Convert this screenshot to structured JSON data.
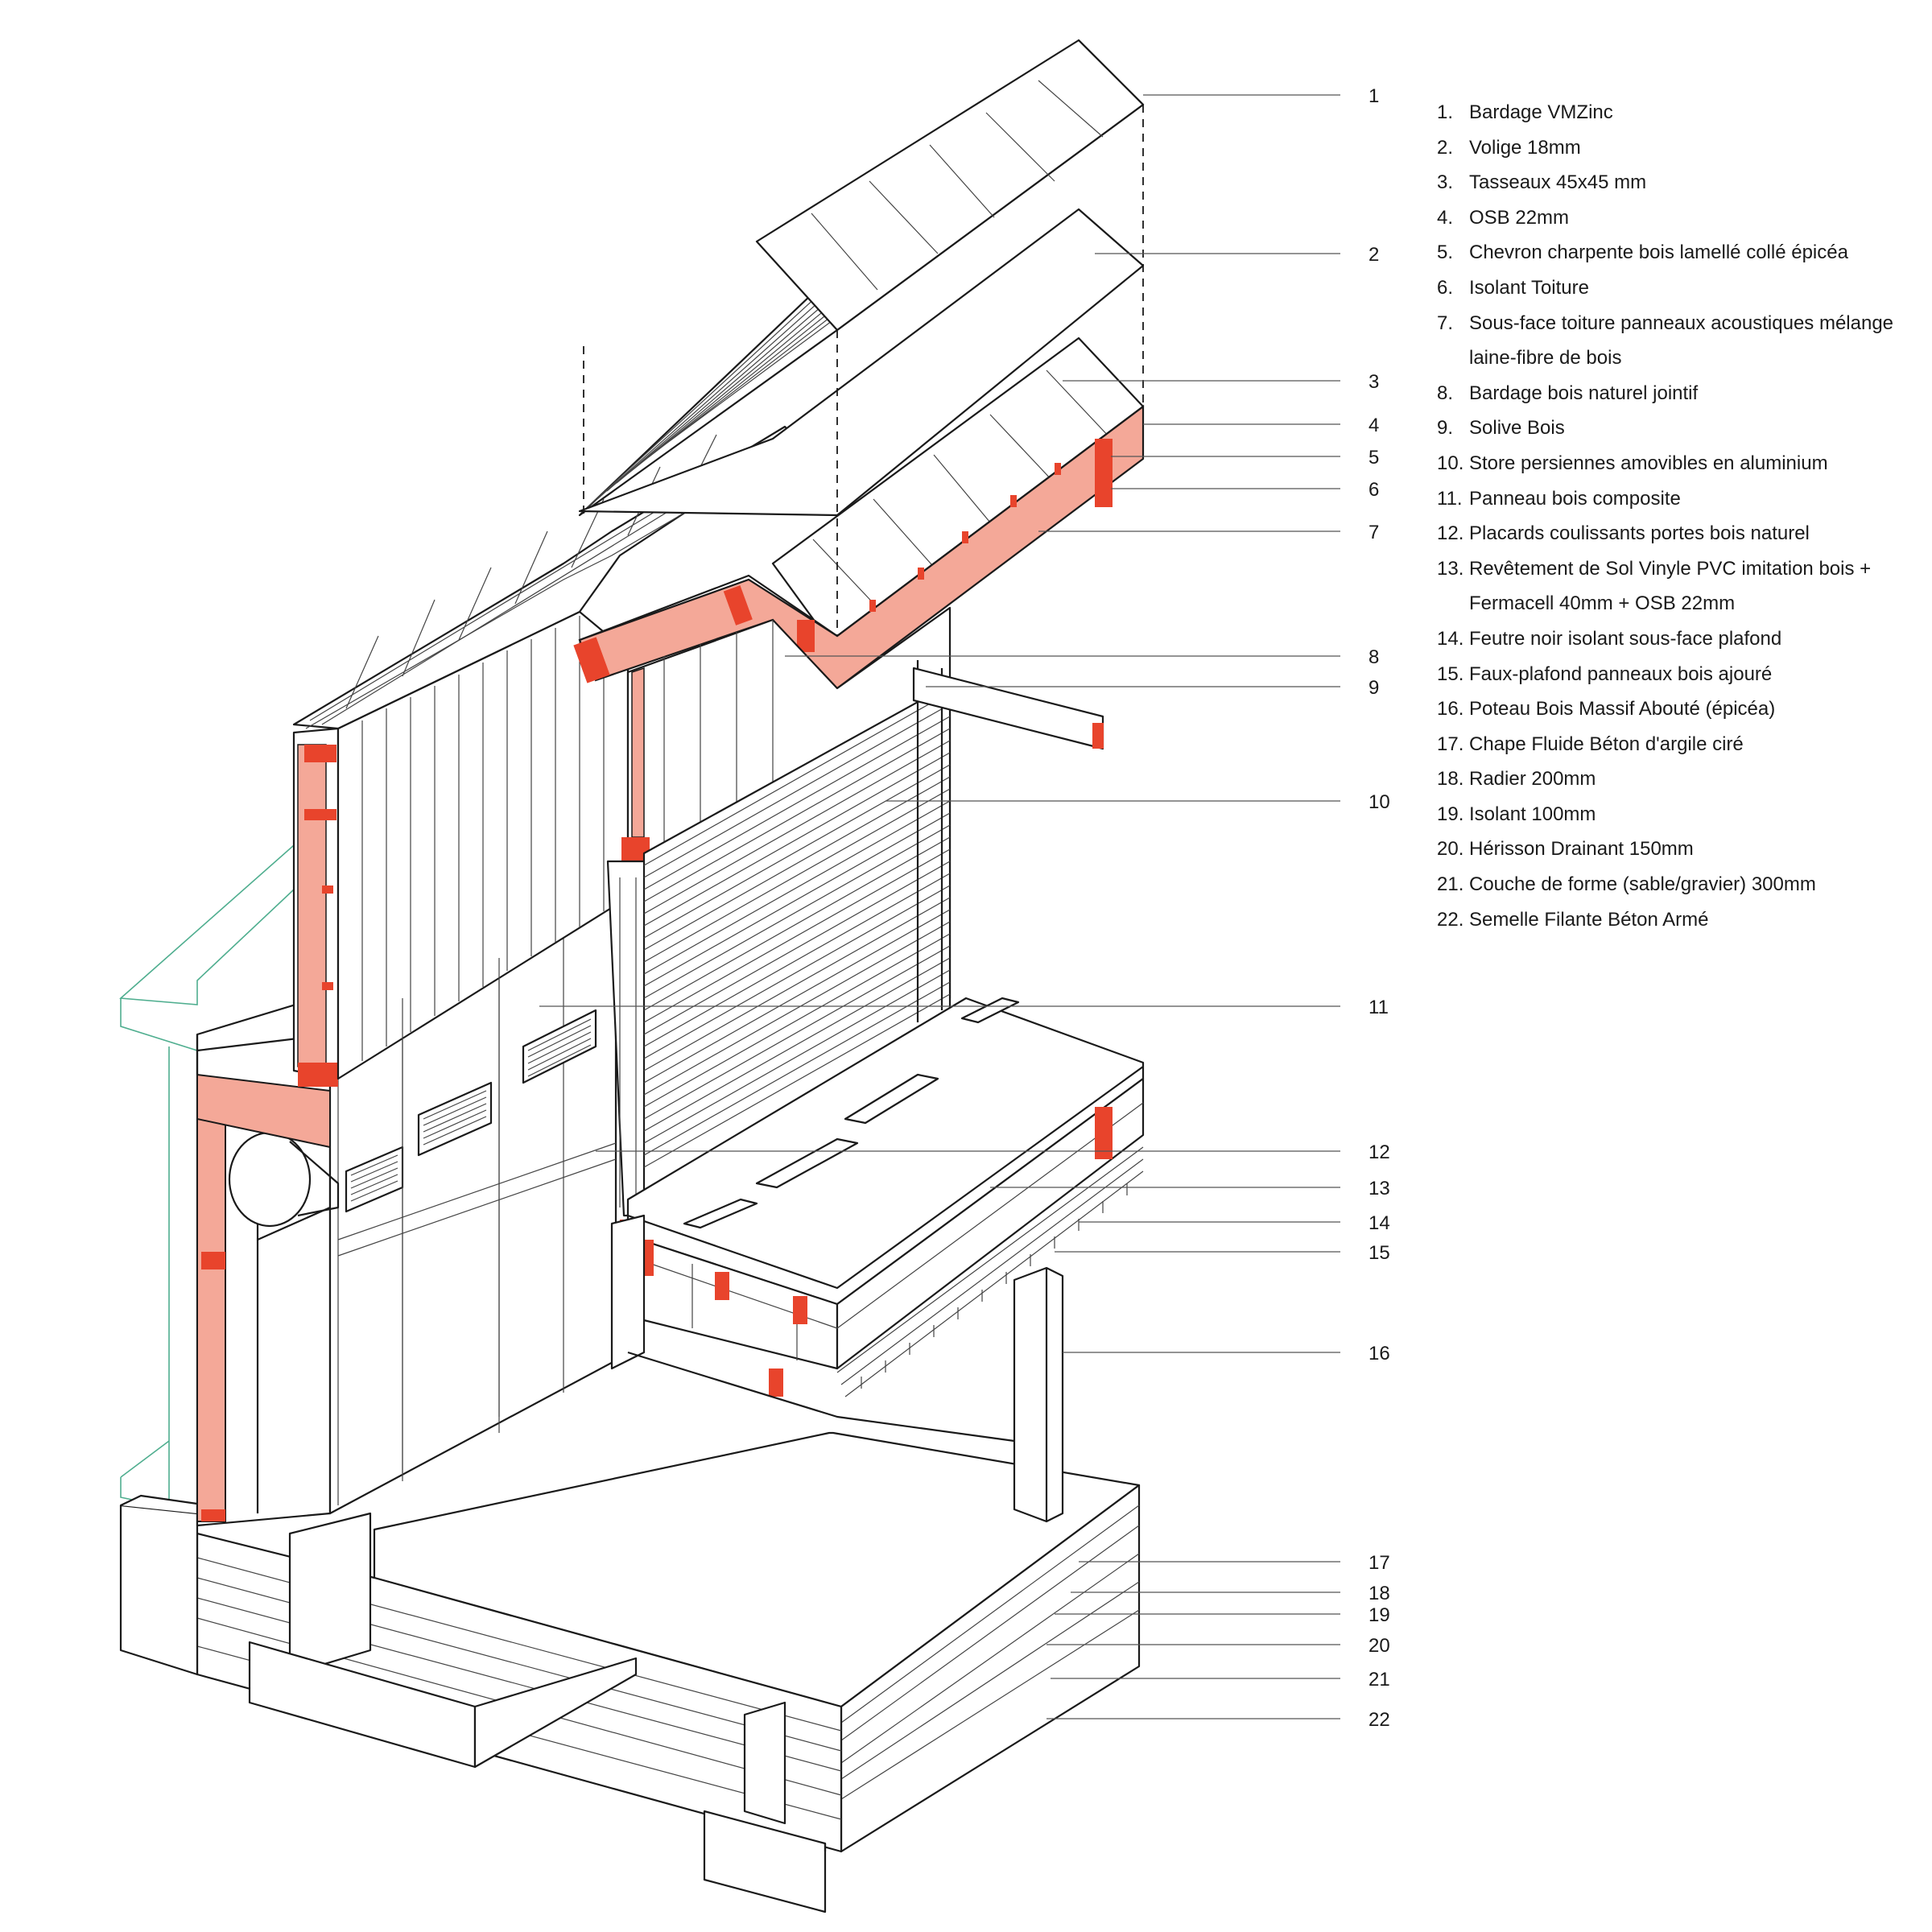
{
  "colors": {
    "insulation": "#f4a898",
    "structure": "#e8442c",
    "line": "#1a1a1a",
    "neighbour_outline": "#4fae8f"
  },
  "legend": [
    {
      "n": "1.",
      "text": "Bardage VMZinc"
    },
    {
      "n": "2.",
      "text": "Volige 18mm"
    },
    {
      "n": "3.",
      "text": "Tasseaux 45x45 mm"
    },
    {
      "n": "4.",
      "text": "OSB 22mm"
    },
    {
      "n": "5.",
      "text": "Chevron charpente bois lamellé collé épicéa"
    },
    {
      "n": "6.",
      "text": "Isolant Toiture"
    },
    {
      "n": "7.",
      "text": "Sous-face toiture panneaux acoustiques mélange laine-fibre de bois"
    },
    {
      "n": "8.",
      "text": "Bardage bois naturel jointif"
    },
    {
      "n": "9.",
      "text": "Solive Bois"
    },
    {
      "n": "10.",
      "text": "Store persiennes amovibles en aluminium"
    },
    {
      "n": "11.",
      "text": "Panneau bois composite"
    },
    {
      "n": "12.",
      "text": "Placards coulissants portes bois naturel"
    },
    {
      "n": "13.",
      "text": "Revêtement de Sol Vinyle PVC imitation bois + Fermacell 40mm + OSB 22mm"
    },
    {
      "n": "14.",
      "text": "Feutre noir isolant sous-face plafond"
    },
    {
      "n": "15.",
      "text": "Faux-plafond panneaux bois ajouré"
    },
    {
      "n": "16.",
      "text": "Poteau Bois Massif Abouté (épicéa)"
    },
    {
      "n": "17.",
      "text": "Chape Fluide Béton d'argile ciré"
    },
    {
      "n": "18.",
      "text": "Radier 200mm"
    },
    {
      "n": "19.",
      "text": "Isolant 100mm"
    },
    {
      "n": "20.",
      "text": "Hérisson Drainant 150mm"
    },
    {
      "n": "21.",
      "text": "Couche de forme (sable/gravier) 300mm"
    },
    {
      "n": "22.",
      "text": "Semelle Filante Béton Armé"
    }
  ],
  "callouts": [
    "1",
    "2",
    "3",
    "4",
    "5",
    "6",
    "7",
    "8",
    "9",
    "10",
    "11",
    "12",
    "13",
    "14",
    "15",
    "16",
    "17",
    "18",
    "19",
    "20",
    "21",
    "22"
  ]
}
